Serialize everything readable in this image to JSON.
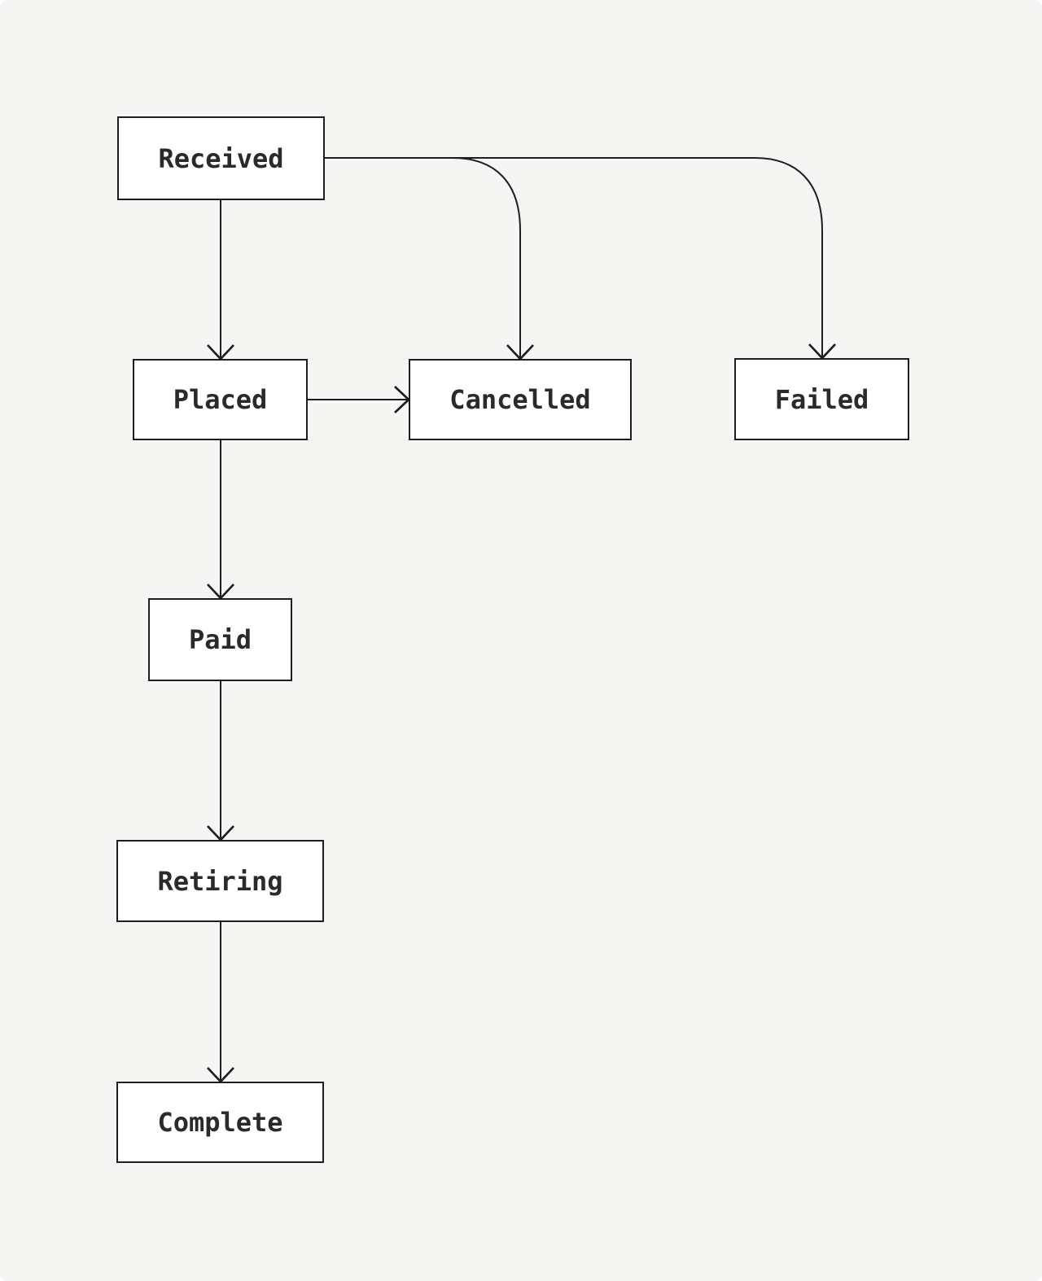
{
  "diagram": {
    "type": "flowchart-state-diagram",
    "background_color": "#f5f5f4",
    "node_fill_color": "#ffffff",
    "node_border_color": "#1e1e1e",
    "edge_color": "#1e1e1e",
    "text_color": "#2a2a2a",
    "nodes": [
      {
        "id": "received",
        "label": "Received"
      },
      {
        "id": "placed",
        "label": "Placed"
      },
      {
        "id": "cancelled",
        "label": "Cancelled"
      },
      {
        "id": "failed",
        "label": "Failed"
      },
      {
        "id": "paid",
        "label": "Paid"
      },
      {
        "id": "retiring",
        "label": "Retiring"
      },
      {
        "id": "complete",
        "label": "Complete"
      }
    ],
    "edges": [
      {
        "from": "received",
        "to": "placed"
      },
      {
        "from": "received",
        "to": "cancelled"
      },
      {
        "from": "received",
        "to": "failed"
      },
      {
        "from": "placed",
        "to": "cancelled"
      },
      {
        "from": "placed",
        "to": "paid"
      },
      {
        "from": "paid",
        "to": "retiring"
      },
      {
        "from": "retiring",
        "to": "complete"
      }
    ]
  }
}
